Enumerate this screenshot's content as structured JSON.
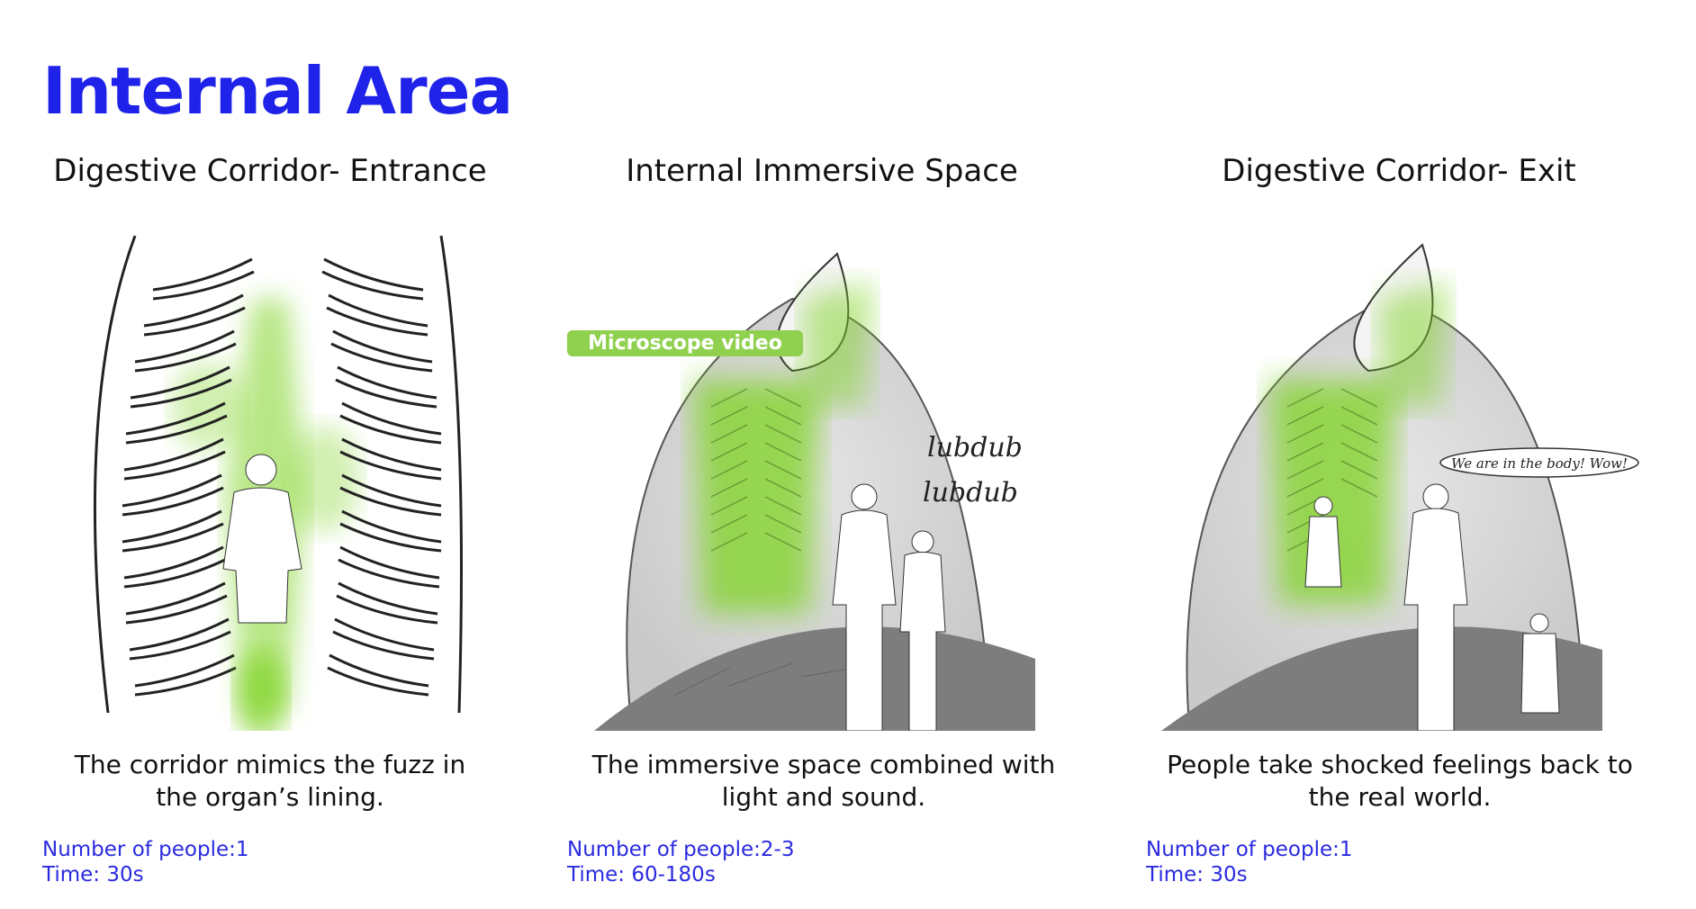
{
  "page": {
    "title": "Internal Area"
  },
  "columns": [
    {
      "heading": "Digestive Corridor- Entrance",
      "caption_line1": "The corridor mimics the fuzz in",
      "caption_line2": "the organ’s lining.",
      "people": "Number of people:1",
      "time": "Time: 30s"
    },
    {
      "heading": "Internal Immersive Space",
      "caption_line1": "The immersive space combined with",
      "caption_line2": "light and sound.",
      "people": "Number of people:2-3",
      "time": "Time: 60-180s",
      "badge": "Microscope video",
      "sound1": "lubdub",
      "sound2": "lubdub"
    },
    {
      "heading": "Digestive Corridor- Exit",
      "caption_line1": "People take shocked feelings back to",
      "caption_line2": "the real world.",
      "people": "Number of people:1",
      "time": "Time: 30s",
      "speech": "We are in the body! Wow!"
    }
  ],
  "colors": {
    "accent": "#1f22e8",
    "glow": "#7ed321",
    "badge": "#8fd14f"
  }
}
